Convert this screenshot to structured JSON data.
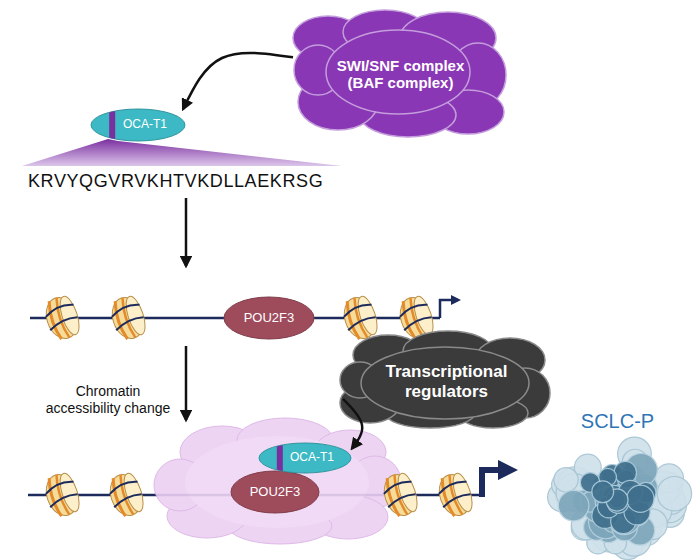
{
  "diagram": {
    "nodes": [
      {
        "text": [
          "SWI/SNF complex (BAF complex)"
        ]
      },
      {
        "text": [
          "OCA-T1"
        ]
      },
      {
        "text": [
          "POU2F3"
        ]
      },
      {
        "text": [
          "Transcriptional regulators"
        ]
      },
      {
        "text": [
          "OCA-T1"
        ]
      },
      {
        "text": [
          "POU2F3"
        ]
      },
      {
        "text": [
          "SCLC-P"
        ]
      }
    ],
    "edges": [
      {
        "from": 0,
        "to": 1,
        "arrow": "to"
      },
      {
        "from": 3,
        "to": 4,
        "arrow": "to"
      }
    ],
    "labels": [
      "KRVYQGVRVKHTVKDLLAEKRSG",
      "Chromatin accessibility change"
    ]
  }
}
